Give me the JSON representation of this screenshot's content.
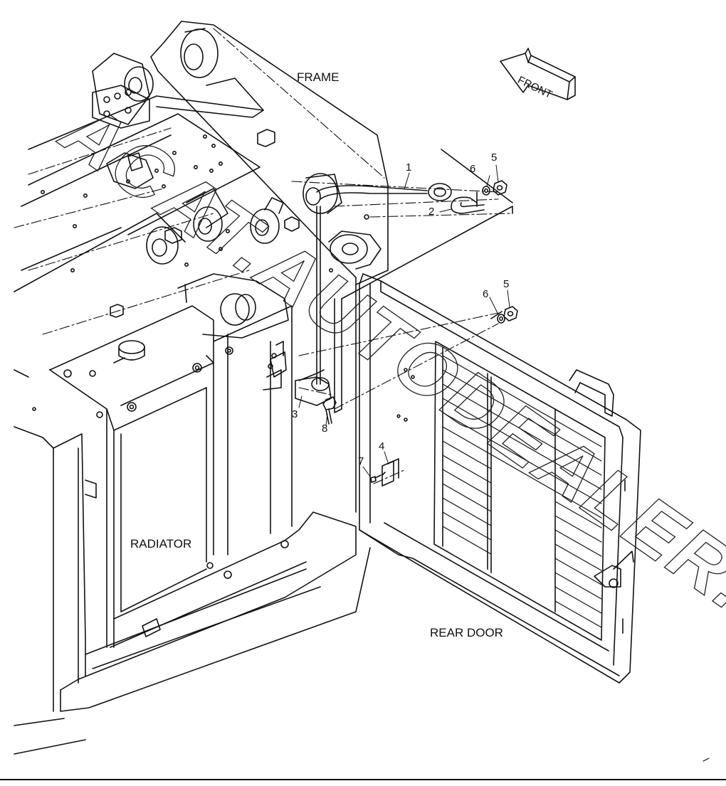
{
  "labels": {
    "frame": "FRAME",
    "radiator": "RADIATOR",
    "rear_door": "REAR DOOR",
    "front": "FRONT"
  },
  "parts": {
    "p1": "1",
    "p2": "2",
    "p3": "3",
    "p4": "4",
    "p5a": "5",
    "p5b": "5",
    "p6a": "6",
    "p6b": "6",
    "p7": "7",
    "p8": "8"
  },
  "watermark": "ACAT.AUTODEALER.RU",
  "colors": {
    "line": "#111111",
    "background": "#ffffff"
  }
}
